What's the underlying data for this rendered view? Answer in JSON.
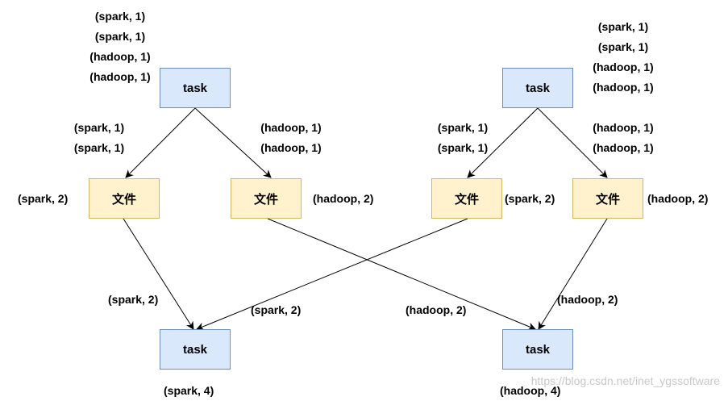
{
  "nodes": {
    "task_top_left": "task",
    "task_top_right": "task",
    "file_1": "文件",
    "file_2": "文件",
    "file_3": "文件",
    "file_4": "文件",
    "task_bottom_left": "task",
    "task_bottom_right": "task"
  },
  "labels": {
    "input_left": [
      "(spark, 1)",
      "(spark, 1)",
      "(hadoop, 1)",
      "(hadoop, 1)"
    ],
    "input_right": [
      "(spark, 1)",
      "(spark, 1)",
      "(hadoop, 1)",
      "(hadoop, 1)"
    ],
    "split_left_spark": [
      "(spark, 1)",
      "(spark, 1)"
    ],
    "split_left_hadoop": [
      "(hadoop, 1)",
      "(hadoop, 1)"
    ],
    "split_right_spark": [
      "(spark, 1)",
      "(spark, 1)"
    ],
    "split_right_hadoop": [
      "(hadoop, 1)",
      "(hadoop, 1)"
    ],
    "file_1_side": "(spark, 2)",
    "file_2_side": "(hadoop, 2)",
    "file_3_side": "(spark, 2)",
    "file_4_side": "(hadoop, 2)",
    "edge_file1_to_bottom_left": "(spark, 2)",
    "edge_file3_to_bottom_left": "(spark, 2)",
    "edge_file2_to_bottom_right": "(hadoop, 2)",
    "edge_file4_to_bottom_right": "(hadoop, 2)",
    "output_left": "(spark, 4)",
    "output_right": "(hadoop, 4)"
  },
  "watermark": "https://blog.csdn.net/inet_ygssoftware",
  "colors": {
    "task_fill": "#dae8fc",
    "task_border": "#6c8ebf",
    "file_fill": "#fff2cc",
    "file_border": "#d6b656",
    "edge": "#000000"
  }
}
